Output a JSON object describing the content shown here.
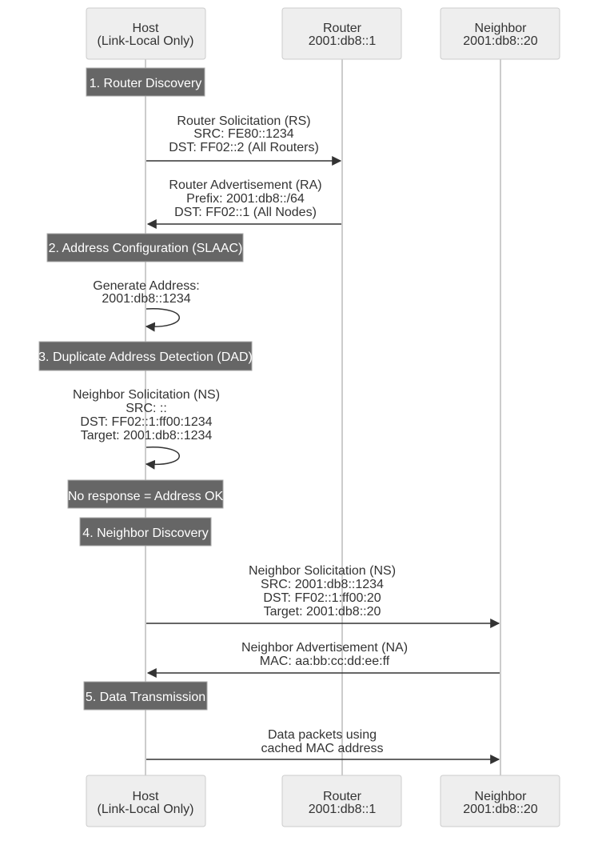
{
  "actors": [
    {
      "id": "host",
      "lines": [
        "Host",
        "(Link-Local Only)"
      ]
    },
    {
      "id": "router",
      "lines": [
        "Router",
        "2001:db8::1"
      ]
    },
    {
      "id": "neighbor",
      "lines": [
        "Neighbor",
        "2001:db8::20"
      ]
    }
  ],
  "notes": [
    {
      "id": "router-discovery",
      "text": "1. Router Discovery"
    },
    {
      "id": "address-configuration",
      "text": "2. Address Configuration (SLAAC)"
    },
    {
      "id": "dad",
      "text": "3. Duplicate Address Detection (DAD)"
    },
    {
      "id": "address-ok",
      "text": "No response = Address OK"
    },
    {
      "id": "neighbor-discovery",
      "text": "4. Neighbor Discovery"
    },
    {
      "id": "data-transmission",
      "text": "5. Data Transmission"
    }
  ],
  "messages": [
    {
      "id": "rs",
      "from": "host",
      "to": "router",
      "lines": [
        "Router Solicitation (RS)",
        "SRC: FE80::1234",
        "DST: FF02::2 (All Routers)"
      ]
    },
    {
      "id": "ra",
      "from": "router",
      "to": "host",
      "lines": [
        "Router Advertisement (RA)",
        "Prefix: 2001:db8::/64",
        "DST: FF02::1 (All Nodes)"
      ]
    },
    {
      "id": "generate-address",
      "from": "host",
      "to": "host",
      "lines": [
        "Generate Address:",
        "2001:db8::1234"
      ]
    },
    {
      "id": "dad-ns",
      "from": "host",
      "to": "host",
      "lines": [
        "Neighbor Solicitation (NS)",
        "SRC: ::",
        "DST: FF02::1:ff00:1234",
        "Target: 2001:db8::1234"
      ]
    },
    {
      "id": "ns",
      "from": "host",
      "to": "neighbor",
      "lines": [
        "Neighbor Solicitation (NS)",
        "SRC: 2001:db8::1234",
        "DST: FF02::1:ff00:20",
        "Target: 2001:db8::20"
      ]
    },
    {
      "id": "na",
      "from": "neighbor",
      "to": "host",
      "lines": [
        "Neighbor Advertisement (NA)",
        "MAC: aa:bb:cc:dd:ee:ff"
      ]
    },
    {
      "id": "data",
      "from": "host",
      "to": "neighbor",
      "lines": [
        "Data packets using",
        "cached MAC address"
      ]
    }
  ],
  "colors": {
    "actor_fill": "#eeeeee",
    "actor_border": "#cccccc",
    "lifeline": "#cccccc",
    "note_fill": "#666666",
    "note_text": "#ffffff",
    "message_line": "#333333",
    "text": "#333333"
  }
}
